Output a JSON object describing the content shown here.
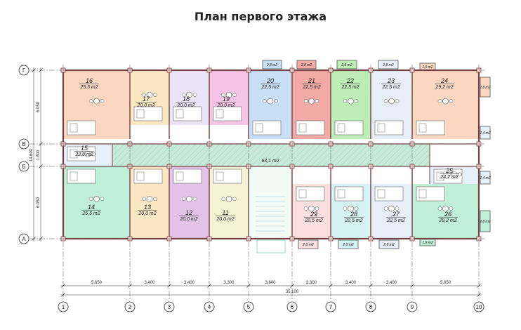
{
  "title": "План первого этажа",
  "colors": {
    "wall": "#7a3e3e",
    "grid": "#555555",
    "corridor": "#c9ead8",
    "outline": "#666666"
  },
  "rooms": [
    {
      "id": "16",
      "number": "16",
      "area": "25,5 m2",
      "color": "#fbd7c2"
    },
    {
      "id": "17",
      "number": "17",
      "area": "20,0 m2",
      "color": "#fbe7c4"
    },
    {
      "id": "18",
      "number": "18",
      "area": "20,0 m2",
      "color": "#ebe4f6"
    },
    {
      "id": "19",
      "number": "19",
      "area": "20,0 m2",
      "color": "#f6c5e6"
    },
    {
      "id": "20",
      "number": "20",
      "area": "22,5 m2",
      "color": "#c9def7"
    },
    {
      "id": "21",
      "number": "21",
      "area": "22,5 m2",
      "color": "#f3a9a6"
    },
    {
      "id": "22",
      "number": "22",
      "area": "22,5 m2",
      "color": "#bdeeb6"
    },
    {
      "id": "23",
      "number": "23",
      "area": "22,5 m2",
      "color": "#e8eef7"
    },
    {
      "id": "24",
      "number": "24",
      "area": "29,2 m2",
      "color": "#fbd7c2"
    },
    {
      "id": "15",
      "number": "15",
      "area": "22,0 m2",
      "color": "#e6f1fa"
    },
    {
      "id": "25",
      "number": "25",
      "area": "24,2 m2",
      "color": "#e6f1fa"
    },
    {
      "id": "14",
      "number": "14",
      "area": "25,5 m2",
      "color": "#bfeed9"
    },
    {
      "id": "13",
      "number": "13",
      "area": "20,0 m2",
      "color": "#fbe7c4"
    },
    {
      "id": "12",
      "number": "12",
      "area": "20,0 m2",
      "color": "#e3c3e8"
    },
    {
      "id": "11",
      "number": "11",
      "area": "20,0 m2",
      "color": "#f5f2d6"
    },
    {
      "id": "29",
      "number": "29",
      "area": "22,5 m2",
      "color": "#fbdede"
    },
    {
      "id": "28",
      "number": "28",
      "area": "22,5 m2",
      "color": "#d7f2f2"
    },
    {
      "id": "27",
      "number": "27",
      "area": "22,5 m2",
      "color": "#e8eef7"
    },
    {
      "id": "26",
      "number": "26",
      "area": "29,2 m2",
      "color": "#bfeed9"
    }
  ],
  "corridor": {
    "area": "63,1 m2"
  },
  "balconies": [
    {
      "id": "b-20",
      "area": "2,8 m2",
      "color": "#c9def7"
    },
    {
      "id": "b-21",
      "area": "2,8 m2",
      "color": "#f3a9a6"
    },
    {
      "id": "b-22",
      "area": "2,8 m2",
      "color": "#bdeeb6"
    },
    {
      "id": "b-23",
      "area": "2,8 m2",
      "color": "#e8eef7"
    },
    {
      "id": "b-24-top",
      "area": "1,9 m2",
      "color": "#fbd7c2"
    },
    {
      "id": "b-24-side",
      "area": "2,8 m2",
      "color": "#fbd7c2"
    },
    {
      "id": "b-r1",
      "area": "2,4 m2",
      "color": "#e6f1fa"
    },
    {
      "id": "b-r2",
      "area": "2,4 m2",
      "color": "#e6f1fa"
    },
    {
      "id": "b-26-side",
      "area": "2,8 m2",
      "color": "#bfeed9"
    },
    {
      "id": "b-26-bottom",
      "area": "1,9 m2",
      "color": "#bfeed9"
    },
    {
      "id": "b-29",
      "area": "2,8 m2",
      "color": "#fbdede"
    },
    {
      "id": "b-28",
      "area": "2,8 m2",
      "color": "#d7f2f2"
    },
    {
      "id": "b-27",
      "area": "2,8 m2",
      "color": "#e8eef7"
    }
  ],
  "axes": {
    "vertical": [
      "1",
      "2",
      "3",
      "4",
      "5",
      "6",
      "7",
      "8",
      "9",
      "10"
    ],
    "horizontal": [
      "Г",
      "В",
      "Б",
      "А"
    ]
  },
  "dimensions": {
    "spans": [
      "5.650",
      "3.400",
      "3.400",
      "3.300",
      "3.600",
      "3.300",
      "3.400",
      "3.400",
      "5.650"
    ],
    "total": "35.100",
    "left_total": "14.600",
    "left_parts": [
      "6.050",
      "1.800",
      "6.050"
    ]
  }
}
